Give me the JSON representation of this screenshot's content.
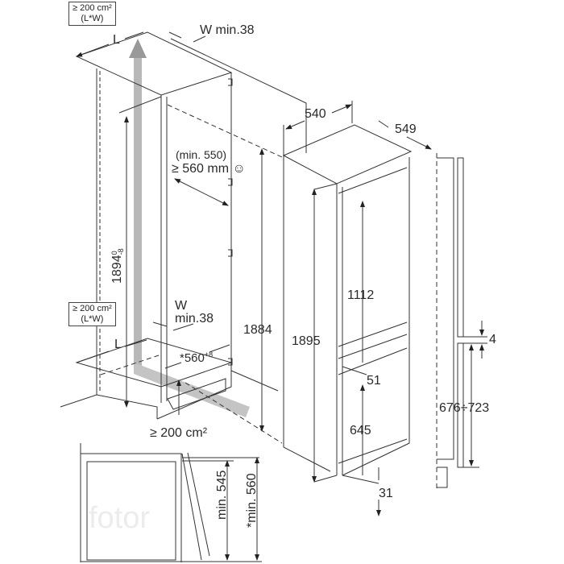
{
  "niche": {
    "top_vent_area": "≥ 200 cm²",
    "top_vent_formula": "(L*W)",
    "top_L": "L",
    "top_W": "W min.38",
    "depth_min": "(min. 550)",
    "depth": "≥ 560 mm",
    "smiley": "☺",
    "height": "1894",
    "height_tol_upper": "0",
    "height_tol_lower": "-8",
    "bottom_vent_area": "≥ 200 cm²",
    "bottom_vent_formula": "(L*W)",
    "bottom_W": "W",
    "bottom_W_min": "min.38",
    "bottom_L": "L",
    "width": "*560",
    "width_tol": "+8",
    "plinth_vent": "≥ 200 cm²",
    "height_1884": "1884"
  },
  "side_view": {
    "min_545": "min. 545",
    "min_560": "*min. 560"
  },
  "appliance": {
    "width": "540",
    "depth": "549",
    "height": "1895",
    "upper_door": "1112",
    "gap": "51",
    "lower_door": "645",
    "bottom": "31"
  },
  "door_profile": {
    "gap": "4",
    "lower_range": "676÷723"
  },
  "watermark": "fotor"
}
